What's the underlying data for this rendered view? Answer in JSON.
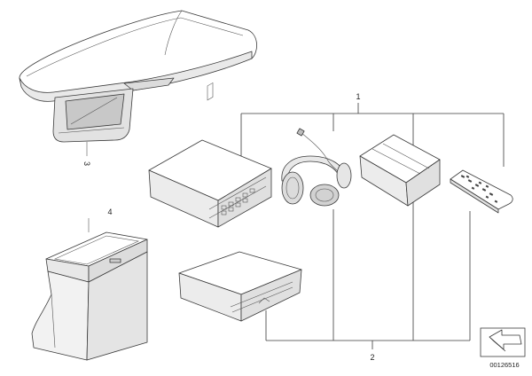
{
  "callouts": {
    "item_1": "1",
    "item_2": "2",
    "item_3": "3",
    "item_4": "4"
  },
  "diagram_id": "00126516",
  "colors": {
    "line": "#3a3a3a",
    "fill_light": "#ffffff",
    "fill_shade": "#e6e6e6",
    "fill_dark": "#cfcfcf"
  },
  "icons": {
    "nav_arrow": "arrow-icon"
  }
}
